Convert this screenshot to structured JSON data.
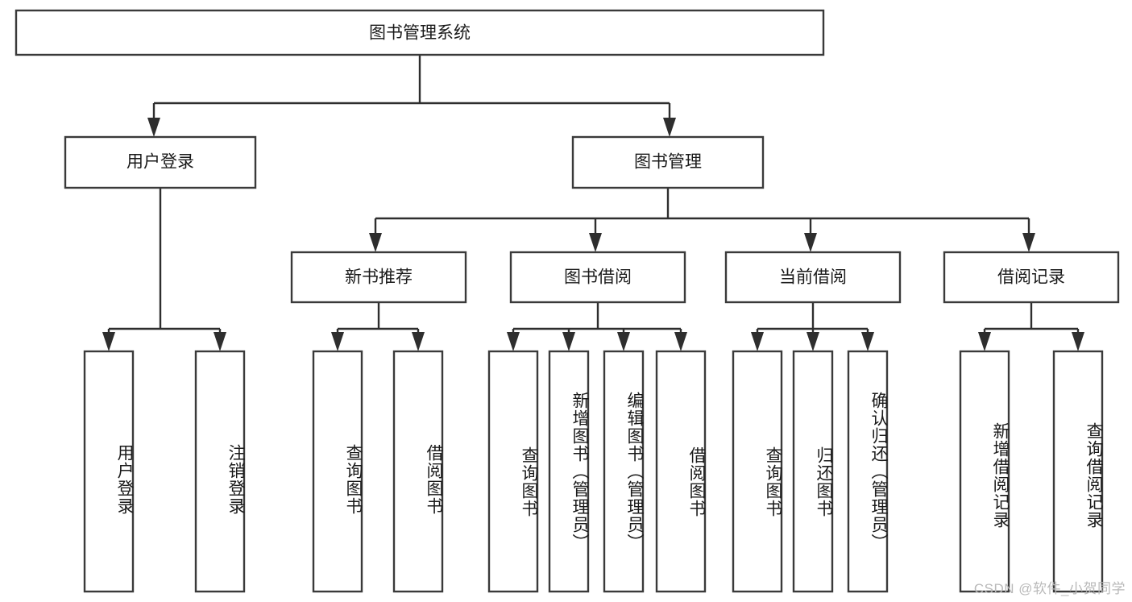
{
  "diagram": {
    "type": "tree-hierarchy",
    "orientation": "top-down",
    "title": "图书管理系统",
    "colors": {
      "box_fill": "#ffffff",
      "box_stroke": "#3a3a3a",
      "connector": "#2e2e2e",
      "text": "#1a1a1a",
      "watermark": "#b9b9b9",
      "background": "#ffffff"
    },
    "root": {
      "label": "图书管理系统"
    },
    "level2": [
      {
        "label": "用户登录"
      },
      {
        "label": "图书管理"
      }
    ],
    "level3": [
      {
        "label": "新书推荐"
      },
      {
        "label": "图书借阅"
      },
      {
        "label": "当前借阅"
      },
      {
        "label": "借阅记录"
      }
    ],
    "leaves": {
      "user_login": [
        "用户登录",
        "注销登录"
      ],
      "new_book_recommend": [
        "查询图书",
        "借阅图书"
      ],
      "book_borrow": [
        "查询图书",
        "新增图书（管理员）",
        "编辑图书（管理员）",
        "借阅图书"
      ],
      "current_borrow": [
        "查询图书",
        "归还图书",
        "确认归还（管理员）"
      ],
      "borrow_record": [
        "新增借阅记录",
        "查询借阅记录"
      ]
    },
    "watermark": "CSDN @软件_小贺同学"
  }
}
